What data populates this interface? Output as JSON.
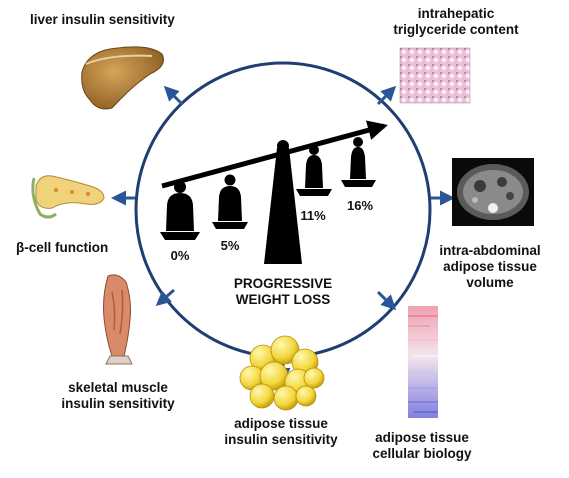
{
  "center": {
    "title_line1": "PROGRESSIVE",
    "title_line2": "WEIGHT LOSS",
    "percentages": [
      "0%",
      "5%",
      "11%",
      "16%"
    ]
  },
  "outcomes": {
    "liver": {
      "line1": "liver insulin sensitivity"
    },
    "intrahepatic": {
      "line1": "intrahepatic",
      "line2": "triglyceride content"
    },
    "beta_cell": {
      "line1": "β-cell function"
    },
    "intra_abdominal": {
      "line1": "intra-abdominal",
      "line2": "adipose tissue",
      "line3": "volume"
    },
    "skeletal": {
      "line1": "skeletal muscle",
      "line2": "insulin sensitivity"
    },
    "adipose_insulin": {
      "line1": "adipose tissue",
      "line2": "insulin sensitivity"
    },
    "adipose_bio": {
      "line1": "adipose tissue",
      "line2": "cellular biology"
    }
  },
  "colors": {
    "circle": "#1f3f73",
    "arrow": "#2a5597",
    "scale": "#000000"
  },
  "icons": {
    "liver": "liver-image",
    "histology": "histology-image",
    "pancreas": "pancreas-image",
    "ct_scan": "ct-scan-image",
    "muscle": "muscle-image",
    "fat_cells": "fat-cells-image",
    "heatmap": "gene-heatmap-image"
  }
}
